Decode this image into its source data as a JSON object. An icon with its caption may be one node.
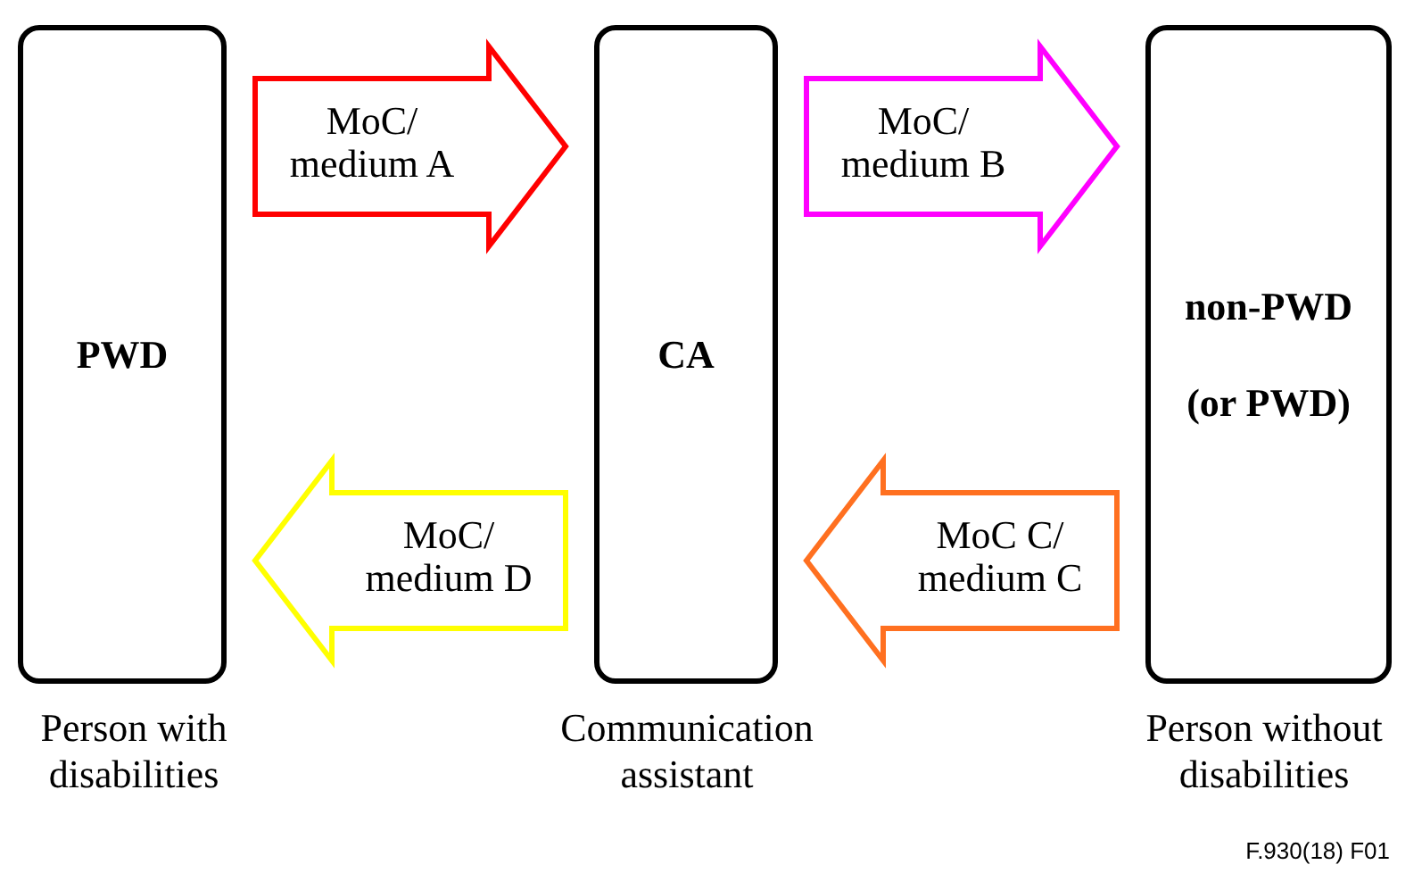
{
  "diagram": {
    "nodes": [
      {
        "text": [
          "PWD"
        ],
        "beside": [
          "Person with disabilities"
        ]
      },
      {
        "text": [
          "CA"
        ],
        "beside": [
          "Communication assistant"
        ]
      },
      {
        "text": [
          "non-PWD",
          "(or PWD)"
        ],
        "beside": [
          "Person without disabilities"
        ]
      }
    ],
    "edges": [
      {
        "from": 0,
        "to": 1,
        "arrow": "to",
        "label": "MoC/ medium A",
        "color": "#ff0000"
      },
      {
        "from": 1,
        "to": 2,
        "arrow": "to",
        "label": "MoC/ medium B",
        "color": "#ff00ff"
      },
      {
        "from": 2,
        "to": 1,
        "arrow": "to",
        "label": "MoC C/ medium C",
        "color": "#ff7020"
      },
      {
        "from": 1,
        "to": 0,
        "arrow": "to",
        "label": "MoC/ medium D",
        "color": "#ffff00"
      }
    ],
    "labels": [
      "F.930(18) F01"
    ]
  }
}
